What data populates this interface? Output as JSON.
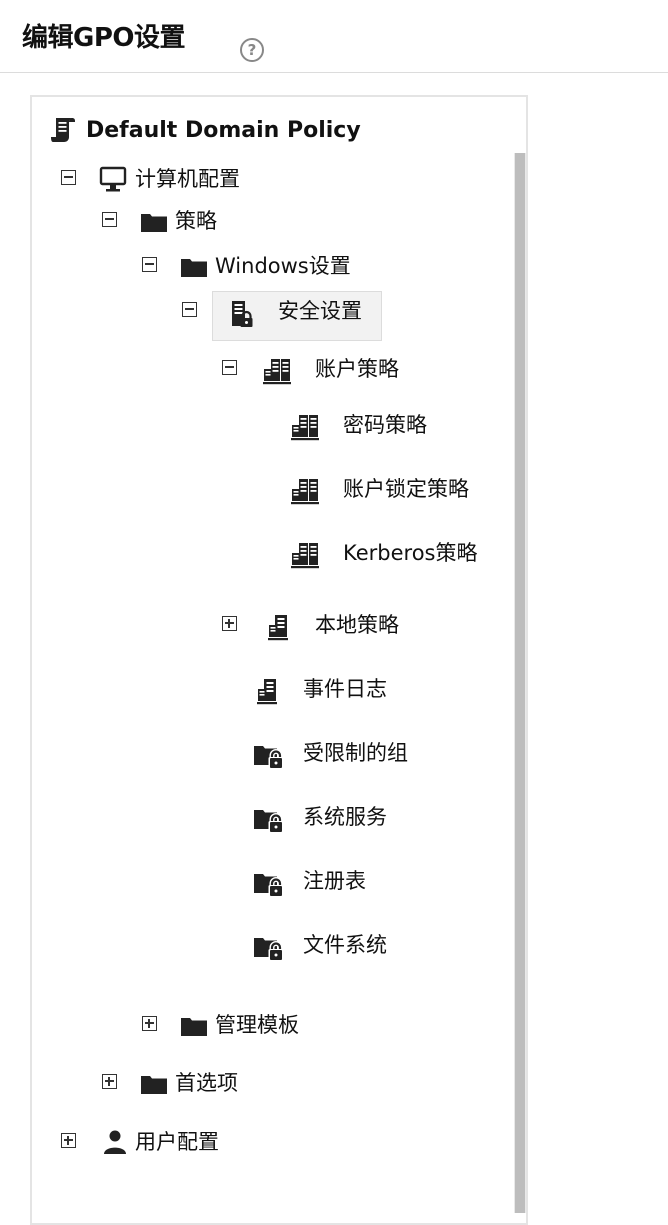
{
  "header": {
    "title": "编辑GPO设置",
    "help_icon": "help-icon"
  },
  "tree": {
    "root": {
      "label": "Default Domain Policy",
      "icon": "policy-scroll-icon"
    },
    "nodes": [
      {
        "label": "计算机配置",
        "toggle": "collapse",
        "icon": "computer-icon"
      },
      {
        "label": "策略",
        "toggle": "collapse",
        "icon": "folder-icon"
      },
      {
        "label": "Windows设置",
        "toggle": "collapse",
        "icon": "folder-icon"
      },
      {
        "label": "安全设置",
        "toggle": "collapse",
        "icon": "security-server-icon",
        "selected": true
      },
      {
        "label": "账户策略",
        "toggle": "collapse",
        "icon": "servers-icon"
      },
      {
        "label": "密码策略",
        "toggle": "none",
        "icon": "servers-icon"
      },
      {
        "label": "账户锁定策略",
        "toggle": "none",
        "icon": "servers-icon"
      },
      {
        "label": "Kerberos策略",
        "toggle": "none",
        "icon": "servers-icon"
      },
      {
        "label": "本地策略",
        "toggle": "expand",
        "icon": "server-icon"
      },
      {
        "label": "事件日志",
        "toggle": "none",
        "icon": "server-icon"
      },
      {
        "label": "受限制的组",
        "toggle": "none",
        "icon": "locked-folder-icon"
      },
      {
        "label": "系统服务",
        "toggle": "none",
        "icon": "locked-folder-icon"
      },
      {
        "label": "注册表",
        "toggle": "none",
        "icon": "locked-folder-icon"
      },
      {
        "label": "文件系统",
        "toggle": "none",
        "icon": "locked-folder-icon"
      },
      {
        "label": "管理模板",
        "toggle": "expand",
        "icon": "folder-icon"
      },
      {
        "label": "首选项",
        "toggle": "expand",
        "icon": "folder-icon"
      },
      {
        "label": "用户配置",
        "toggle": "expand",
        "icon": "user-icon"
      }
    ]
  }
}
